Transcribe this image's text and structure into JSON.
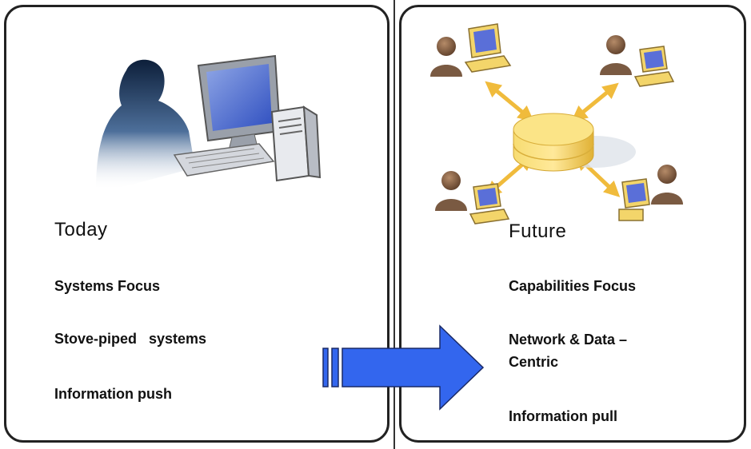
{
  "today": {
    "title": "Today",
    "items": [
      "Systems Focus",
      "Stove-piped   systems",
      "Information push"
    ]
  },
  "future": {
    "title": "Future",
    "items": [
      "Capabilities Focus",
      "Network & Data –",
      "Centric",
      "Information pull"
    ]
  },
  "colors": {
    "arrow": "#3366ee",
    "database": "#f2cc4a",
    "link_arrows": "#f0bb3c",
    "person": "#7a5a42",
    "panel_border": "#222222"
  }
}
